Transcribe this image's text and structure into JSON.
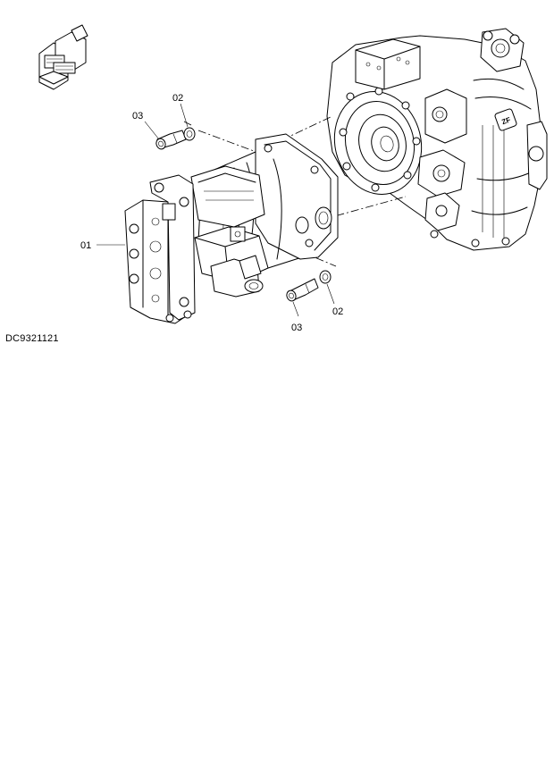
{
  "diagram": {
    "reference_code": "DC9321121",
    "callouts": [
      {
        "id": "01",
        "label": "01"
      },
      {
        "id": "02-top",
        "label": "02"
      },
      {
        "id": "03-top",
        "label": "03"
      },
      {
        "id": "02-bottom",
        "label": "02"
      },
      {
        "id": "03-bottom",
        "label": "03"
      }
    ],
    "colors": {
      "line": "#000000",
      "background": "#ffffff"
    }
  }
}
